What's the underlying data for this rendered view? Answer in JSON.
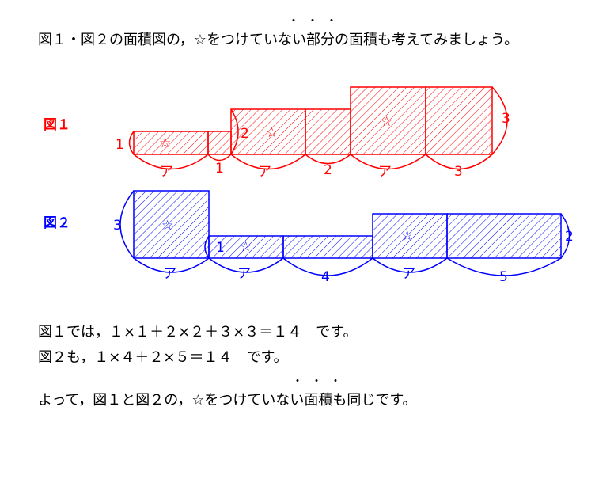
{
  "intro": "図１・図２の面積図の，☆をつけていない部分の面積も考えてみましょう。",
  "emphasis_dots": "・・・",
  "fig1": {
    "title": "図１",
    "color": "#ff0000",
    "labels": {
      "height1": "1",
      "height2": "2",
      "height3": "3",
      "a1": "ア",
      "w1": "1",
      "a2": "ア",
      "w2": "2",
      "a3": "ア",
      "w3": "3"
    },
    "star": "☆"
  },
  "fig2": {
    "title": "図２",
    "color": "#0000ff",
    "labels": {
      "height3": "3",
      "height1": "1",
      "height2": "2",
      "a1": "ア",
      "a2": "ア",
      "w4": "4",
      "a3": "ア",
      "w5": "5"
    },
    "star": "☆"
  },
  "lines": [
    "図１では，１×１＋２×２＋３×３＝１４　です。",
    "図２も，１×４＋２×５＝１４　です。",
    "よって，図１と図２の，☆をつけていない面積も同じです。"
  ]
}
